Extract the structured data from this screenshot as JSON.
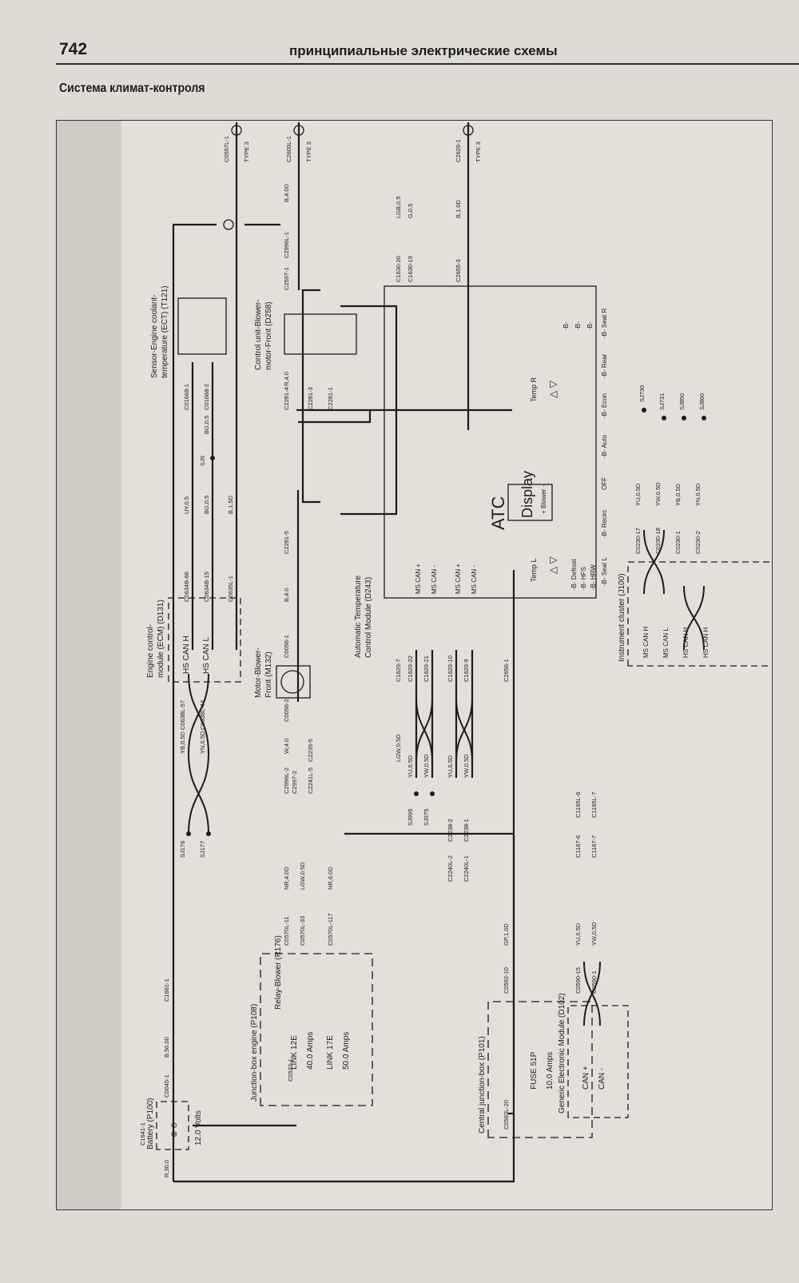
{
  "header": {
    "page_number": "742",
    "running_title": "принципиальные электрические схемы",
    "section_title": "Система климат-контроля"
  },
  "colors": {
    "wire": "#1c1c1c",
    "wire_light": "#6b6b6b",
    "paper": "#e3e0d9"
  },
  "components": {
    "battery": {
      "title": "Battery (P100)",
      "voltage": "12.0 Volts",
      "symbols": "⊕ ⊖"
    },
    "jb_engine": {
      "title": "Junction-box engine (P108)",
      "link_a": "LINK 12E",
      "link_a_rating": "40.0 Amps",
      "link_b": "LINK 17E",
      "link_b_rating": "50.0 Amps",
      "relay": "Relay-Blower (R176)"
    },
    "cjb": {
      "title": "Central junction-box (P101)",
      "fuse": "FUSE 51P",
      "fuse_rating": "10.0 Amps"
    },
    "gem": {
      "title": "Generic Electronic Module (D102)",
      "can_plus": "CAN +",
      "can_minus": "CAN -"
    },
    "ecm": {
      "title_1": "Engine control-",
      "title_2": "module (ECM) (D131)",
      "pin_a": "HS CAN H",
      "pin_b": "HS CAN L"
    },
    "motor": {
      "title_1": "Motor-Blower-",
      "title_2": "Front (M132)"
    },
    "control_unit": {
      "title_1": "Control unit-Blower-",
      "title_2": "motor-Front (D258)"
    },
    "ect": {
      "title_1": "Sensor-Engine coolant-",
      "title_2": "temperature (ECT) (T121)"
    },
    "atc": {
      "title_1": "Automatic Temperature",
      "title_2": "Control Module (D243)",
      "label": "ATC",
      "display": "Display",
      "blower": "+ Blower -",
      "temp_l": "Temp L",
      "temp_r": "Temp R",
      "arrows": "△ ▽",
      "pins": [
        "MS CAN +",
        "MS CAN -",
        "MS CAN +",
        "MS CAN -"
      ],
      "left_buttons": [
        "-B- Defrost",
        "-B- HFS",
        "-B- HRW"
      ],
      "bottom_buttons": [
        "-B- Seat L",
        "-B- Recirc",
        "OFF",
        "-B- Auto",
        "-B- Econ",
        "-B- Rear",
        "-B- Seat R"
      ],
      "right_buttons": [
        "-B-",
        "-B-",
        "-B-"
      ]
    },
    "cluster": {
      "title": "Instrument cluster (J100)",
      "pins": [
        "MS CAN H",
        "MS CAN L",
        "HS CAN H",
        "HS CAN H"
      ]
    }
  },
  "labels": {
    "bat_wire": "R,30.0",
    "bat_c1": "C1641-1",
    "bat_c2": "C0045-1",
    "bat_wire2": "B,50.00",
    "bat_gnd": "C1661-1",
    "jb_c": "C0532-1",
    "jb_o1": "C0570L-11",
    "jb_o2": "C0570L-33",
    "jb_o3": "C0570L-117",
    "jb_w1": "NR,4.0D",
    "jb_w2": "LGW,0.5D",
    "jb_w3": "NR,6.0D",
    "cjb_c": "C0563L-20",
    "cjb_o1": "C0592-10",
    "cjb_w1": "GP,1.0D",
    "cjb_o2": "C0590-15",
    "cjb_o3": "C0590-1",
    "cjb_w2": "YU,0.5D",
    "cjb_w3": "YW,0.5D",
    "gem_c1": "C1167-6",
    "gem_c2": "C1165L-6",
    "gem_c3": "C1167-7",
    "gem_c4": "C1165L-7",
    "sj176": "SJ176",
    "sj177": "SJ177",
    "ecm_w1": "YB,0.5D",
    "ecm_w2": "YN,0.5D",
    "ecm_c1": "C0638L-57",
    "ecm_c2": "C0638L-44",
    "m_c1": "C2996L-2",
    "m_c2": "C2997-2",
    "m_w1": "W,4.0",
    "m_c3": "C2241L-5",
    "m_c4": "C2239-5",
    "m_c5": "C0056-2",
    "atc_c7": "C1629-7",
    "atc_w7": "LGW,0.5D",
    "atc_c22": "C1629-22",
    "atc_c21": "C1629-21",
    "atc_c10": "C1629-10",
    "atc_c9": "C1629-9",
    "atc_c2656": "C2656-1",
    "sj995": "SJ995",
    "sj975": "SJ975",
    "c2240_2": "C2240L-2",
    "c2238_2": "C2238-2",
    "c2240_1": "C2240L-1",
    "c2238_1": "C2238-1",
    "can_yu1": "YU,0.5D",
    "can_yw1": "YW,0.5D",
    "can_yu2": "YU,0.5D",
    "can_yw2": "YW,0.5D",
    "c0056_1": "C0056-1",
    "w_b4": "B,4.0",
    "c2281_5": "C2281-5",
    "c2281_4": "C2281-4",
    "w_r4": "R,4.0",
    "c2281_3": "C2281-3",
    "c2281_1": "C2281-1",
    "c0634b_66": "C0634B-66",
    "c0634b_15": "C0634B-15",
    "c0635l_1": "C0635L-1",
    "w_uy": "UY,0.5",
    "w_bg1": "BG,0.5",
    "w_bg2": "BG,0.5",
    "w_b15": "B,1.5D",
    "sj9": "SJ9",
    "c01668_1": "C01668-1",
    "c01668_2": "C01668-2",
    "c2597_1": "C2597-1",
    "c2996l_1": "C2996L-1",
    "w_b4b": "B,4.0D",
    "c1630_20": "C1630-20",
    "c1630_19": "C1630-19",
    "w_lgb": "LGB,0.5",
    "w_g05": "G,0.5",
    "c2655_3": "C2655-3",
    "w_b1": "B,1.0D",
    "g1": "C0557L-1",
    "g1_type": "TYPE 3",
    "g2": "C2605L-1",
    "g2_type": "TYPE 3",
    "g3": "C2629-1",
    "g3_type": "TYPE 3",
    "ic_c1": "C0230-17",
    "ic_c2": "C0230-18",
    "ic_c3": "C0230-1",
    "ic_c4": "C0230-2",
    "ic_w1": "YU,0.5D",
    "ic_w2": "YW,0.5D",
    "ic_w3": "YB,0.5D",
    "ic_w4": "YN,0.5D",
    "sj730": "SJ730",
    "sj731": "SJ731",
    "sj850": "SJ850",
    "sj860": "SJ860"
  }
}
